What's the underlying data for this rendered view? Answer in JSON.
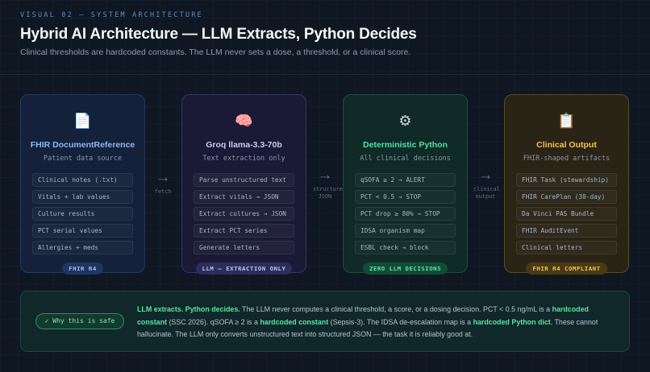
{
  "header": {
    "kicker": "VISUAL 02 — SYSTEM ARCHITECTURE",
    "title": "Hybrid AI Architecture — LLM Extracts, Python Decides",
    "subtitle": "Clinical thresholds are hardcoded constants. The LLM never sets a dose, a threshold, or a clinical score."
  },
  "cards": [
    {
      "icon": "document-icon",
      "icon_glyph": "📄",
      "title": "FHIR DocumentReference",
      "subtitle": "Patient data source",
      "items": [
        "Clinical notes (.txt)",
        "Vitals + lab values",
        "Culture results",
        "PCT serial values",
        "Allergies + meds"
      ],
      "badge": "FHIR R4"
    },
    {
      "icon": "brain-icon",
      "icon_glyph": "🧠",
      "title": "Groq llama-3.3-70b",
      "subtitle": "Text extraction only",
      "items": [
        "Parse unstructured text",
        "Extract vitals → JSON",
        "Extract cultures → JSON",
        "Extract PCT series",
        "Generate letters"
      ],
      "badge": "LLM — EXTRACTION ONLY"
    },
    {
      "icon": "gear-icon",
      "icon_glyph": "⚙",
      "title": "Deterministic Python",
      "subtitle": "All clinical decisions",
      "items": [
        "qSOFA ≥ 2 → ALERT",
        "PCT < 0.5 → STOP",
        "PCT drop ≥ 80% → STOP",
        "IDSA organism map",
        "ESBL check → block"
      ],
      "badge": "ZERO LLM DECISIONS"
    },
    {
      "icon": "clipboard-icon",
      "icon_glyph": "📋",
      "title": "Clinical Output",
      "subtitle": "FHIR-shaped artifacts",
      "items": [
        "FHIR Task (stewardship)",
        "FHIR CarePlan (30-day)",
        "Da Vinci PAS Bundle",
        "FHIR AuditEvent",
        "Clinical letters"
      ],
      "badge": "FHIR R4 COMPLIANT"
    }
  ],
  "arrows": [
    {
      "glyph": "→",
      "label": "fetch"
    },
    {
      "glyph": "→",
      "label": "structured JSON"
    },
    {
      "glyph": "→",
      "label": "clinical output"
    }
  ],
  "note": {
    "pill": "✓ Why this is safe",
    "segments": [
      {
        "text": "LLM extracts. Python decides.",
        "hl": true
      },
      {
        "text": " The LLM never computes a clinical threshold, a score, or a dosing decision. PCT < 0.5 ng/mL is a ",
        "hl": false
      },
      {
        "text": "hardcoded constant",
        "hl": true
      },
      {
        "text": " (SSC 2026). qSOFA ≥ 2 is a ",
        "hl": false
      },
      {
        "text": "hardcoded constant",
        "hl": true
      },
      {
        "text": " (Sepsis-3). The IDSA de-escalation map is a ",
        "hl": false
      },
      {
        "text": "hardcoded Python dict",
        "hl": true
      },
      {
        "text": ". These cannot hallucinate. The LLM only converts unstructured text into structured JSON — the task it is reliably good at.",
        "hl": false
      }
    ]
  },
  "colors": {
    "background": "#0f1722",
    "source_accent": "#8fb6ef",
    "llm_accent": "#c6c9f2",
    "python_accent": "#53e0a3",
    "output_accent": "#f3c24d",
    "safe_highlight": "#59e3a4"
  }
}
